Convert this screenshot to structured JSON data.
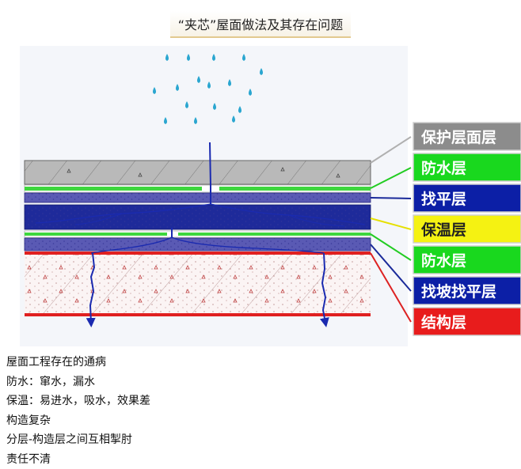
{
  "title": "“夹芯”屋面做法及其存在问题",
  "legend": [
    {
      "label": "保护层面层",
      "bg": "#8c8c8c",
      "fg": "#ffffff",
      "line": "#b0b0b0"
    },
    {
      "label": "防水层",
      "bg": "#19d81e",
      "fg": "#ffffff",
      "line": "#22cc22"
    },
    {
      "label": "找平层",
      "bg": "#0c1fa6",
      "fg": "#ffffff",
      "line": "#1a2a9a"
    },
    {
      "label": "保温层",
      "bg": "#f5f212",
      "fg": "#222222",
      "line": "#e6e000"
    },
    {
      "label": "防水层",
      "bg": "#19d81e",
      "fg": "#ffffff",
      "line": "#22cc22"
    },
    {
      "label": "找坡找平层",
      "bg": "#0c1fa6",
      "fg": "#ffffff",
      "line": "#1a2a9a"
    },
    {
      "label": "结构层",
      "bg": "#e81c1c",
      "fg": "#ffffff",
      "line": "#dd2222"
    }
  ],
  "notes": [
    "屋面工程存在的通病",
    "防水：窜水，漏水",
    "保温：易进水，吸水，效果差",
    "构造复杂",
    "分层-构造层之间互相掣肘",
    "责任不清"
  ]
}
